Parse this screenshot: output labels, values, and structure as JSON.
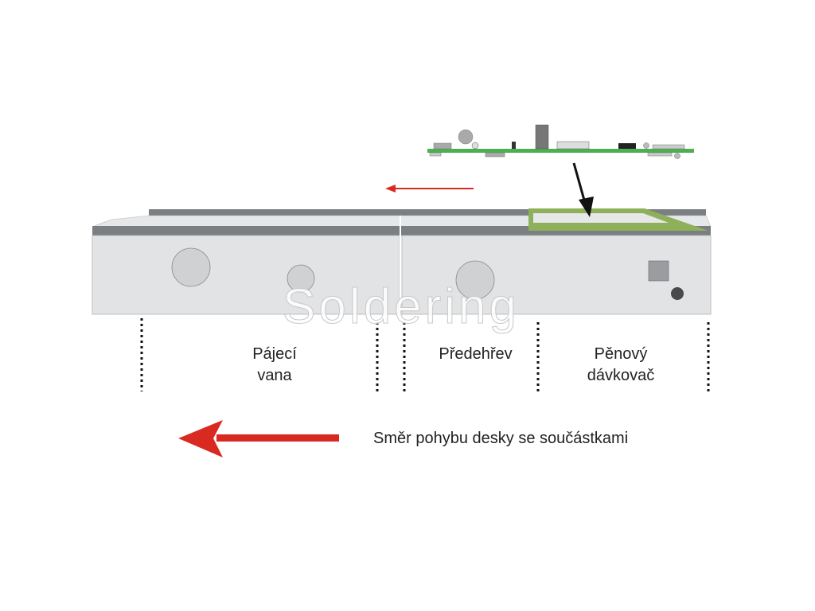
{
  "labels": {
    "soldering_bath": [
      "Pájecí",
      "vana"
    ],
    "preheat": "Předehřev",
    "foam_fluxer": [
      "Pěnový",
      "dávkovač"
    ],
    "direction": "Směr pohybu desky se součástkami"
  },
  "watermark": "Soldering",
  "colors": {
    "arrow_red": "#d92a22",
    "pcb_green": "#4caf50",
    "fluxer_frame": "#8fb05a",
    "machine_body": "#e2e3e5",
    "rail_gray": "#7b7f82"
  }
}
